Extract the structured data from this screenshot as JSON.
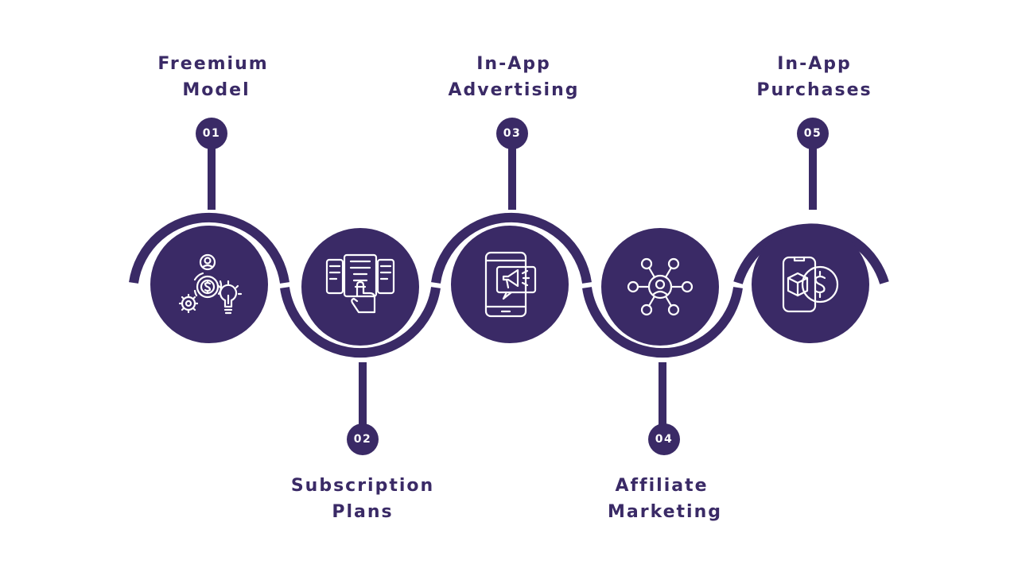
{
  "colors": {
    "primary": "#3a2a66",
    "text": "#3a2a66",
    "icon": "#ffffff",
    "background": "#ffffff"
  },
  "steps": [
    {
      "number": "01",
      "title_line1": "Freemium",
      "title_line2": "Model",
      "icon": "freemium-icon",
      "position": "top"
    },
    {
      "number": "02",
      "title_line1": "Subscription",
      "title_line2": "Plans",
      "icon": "subscription-plans-icon",
      "position": "bottom"
    },
    {
      "number": "03",
      "title_line1": "In-App",
      "title_line2": "Advertising",
      "icon": "advertising-icon",
      "position": "top"
    },
    {
      "number": "04",
      "title_line1": "Affiliate",
      "title_line2": "Marketing",
      "icon": "affiliate-network-icon",
      "position": "bottom"
    },
    {
      "number": "05",
      "title_line1": "In-App",
      "title_line2": "Purchases",
      "icon": "in-app-purchase-icon",
      "position": "top"
    }
  ]
}
